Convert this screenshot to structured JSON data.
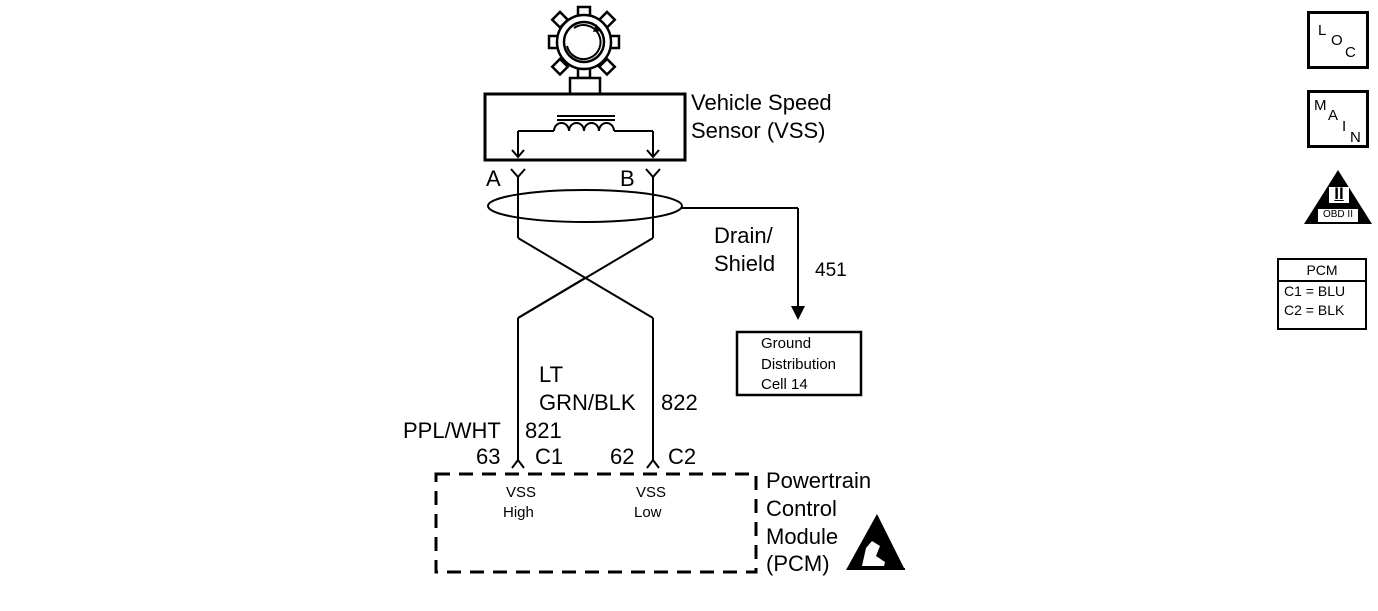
{
  "sensor": {
    "name_line1": "Vehicle Speed",
    "name_line2": "Sensor (VSS)"
  },
  "terminals": {
    "a": "A",
    "b": "B"
  },
  "drain": {
    "line1": "Drain/",
    "line2": "Shield",
    "circuit": "451"
  },
  "ground": {
    "line1": "Ground",
    "line2": "Distribution",
    "line3": "Cell 14"
  },
  "wires": {
    "high": {
      "color": "PPL/WHT",
      "circuit": "821",
      "pin": "63",
      "connector": "C1"
    },
    "low": {
      "color_line1": "LT",
      "color_line2": "GRN/BLK",
      "circuit": "822",
      "pin": "62",
      "connector": "C2"
    }
  },
  "pcm": {
    "inputs": [
      {
        "line1": "VSS",
        "line2": "High"
      },
      {
        "line1": "VSS",
        "line2": "Low"
      }
    ],
    "name_line1": "Powertrain",
    "name_line2": "Control",
    "name_line3": "Module",
    "name_line4": "(PCM)"
  },
  "side_icons": {
    "loc": [
      "L",
      "O",
      "C"
    ],
    "main": [
      "M",
      "A",
      "I",
      "N"
    ],
    "obd": {
      "numeral": "II",
      "label": "OBD II"
    }
  },
  "pcm_key": {
    "title": "PCM",
    "row1": "C1 = BLU",
    "row2": "C2 = BLK"
  }
}
